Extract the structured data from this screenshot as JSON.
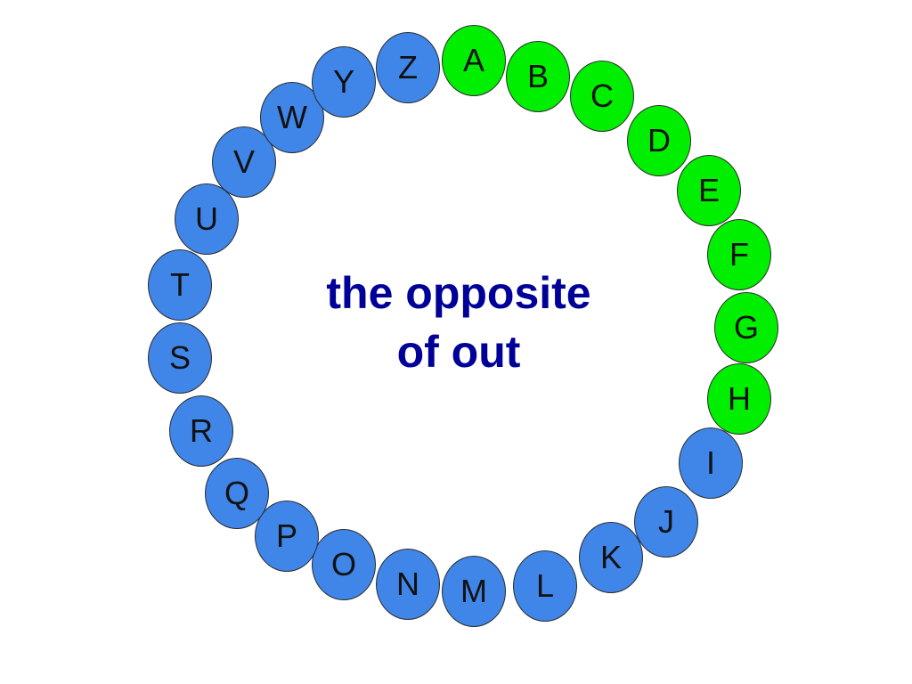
{
  "clue": {
    "line1": "the opposite",
    "line2": "of out",
    "color": "#000099"
  },
  "palette": {
    "green": "#00ee00",
    "blue": "#3f86e8"
  },
  "letters": [
    {
      "char": "A",
      "state": "green"
    },
    {
      "char": "B",
      "state": "green"
    },
    {
      "char": "C",
      "state": "green"
    },
    {
      "char": "D",
      "state": "green"
    },
    {
      "char": "E",
      "state": "green"
    },
    {
      "char": "F",
      "state": "green"
    },
    {
      "char": "G",
      "state": "green"
    },
    {
      "char": "H",
      "state": "green"
    },
    {
      "char": "I",
      "state": "blue"
    },
    {
      "char": "J",
      "state": "blue"
    },
    {
      "char": "K",
      "state": "blue"
    },
    {
      "char": "L",
      "state": "blue"
    },
    {
      "char": "M",
      "state": "blue"
    },
    {
      "char": "N",
      "state": "blue"
    },
    {
      "char": "O",
      "state": "blue"
    },
    {
      "char": "P",
      "state": "blue"
    },
    {
      "char": "Q",
      "state": "blue"
    },
    {
      "char": "R",
      "state": "blue"
    },
    {
      "char": "S",
      "state": "blue"
    },
    {
      "char": "T",
      "state": "blue"
    },
    {
      "char": "U",
      "state": "blue"
    },
    {
      "char": "V",
      "state": "blue"
    },
    {
      "char": "W",
      "state": "blue"
    },
    {
      "char": "Y",
      "state": "blue"
    },
    {
      "char": "Z",
      "state": "blue"
    }
  ]
}
